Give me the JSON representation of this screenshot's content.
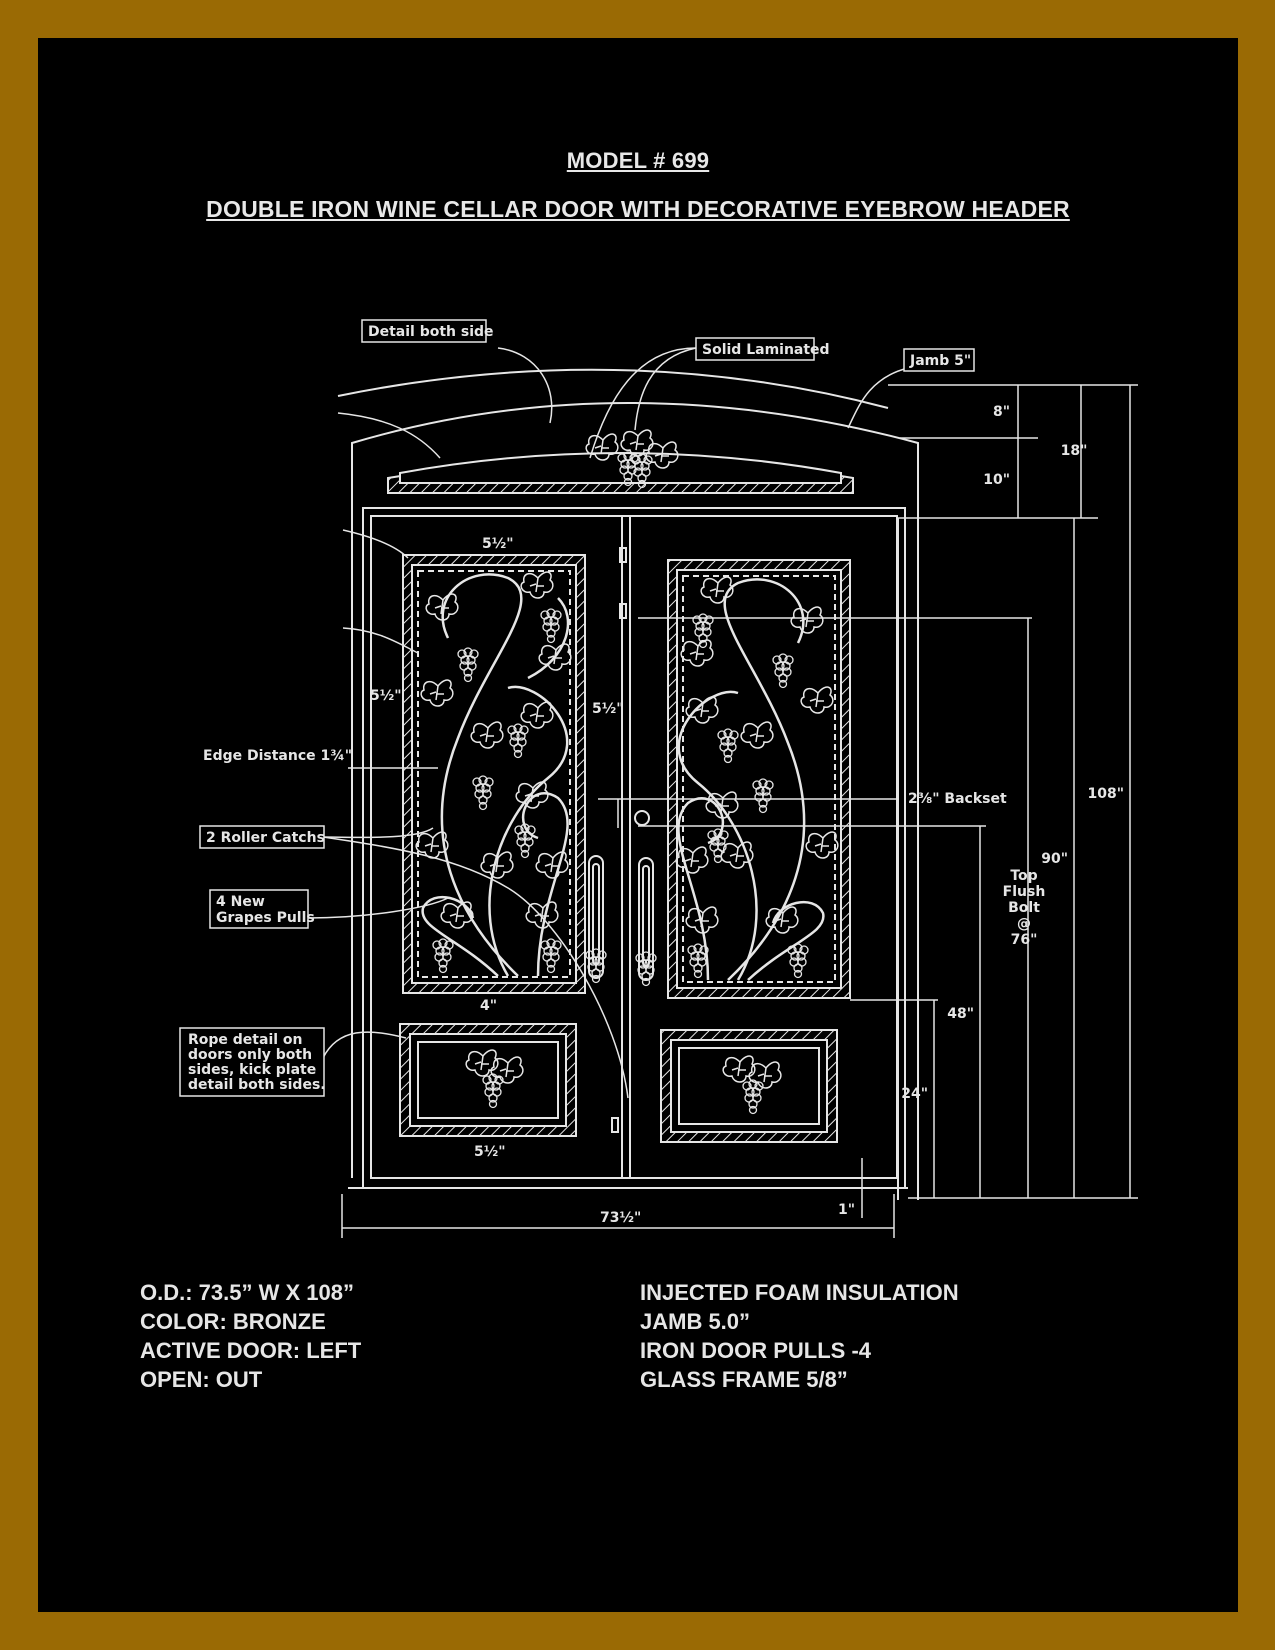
{
  "header": {
    "model": "MODEL # 699",
    "subtitle": "DOUBLE IRON WINE CELLAR DOOR WITH DECORATIVE EYEBROW HEADER"
  },
  "callouts": {
    "detail_both_side": "Detail both side",
    "solid_laminated": "Solid Laminated",
    "jamb": "Jamb 5\"",
    "edge_distance": "Edge Distance 1¾\"",
    "roller_catchs": "2 Roller Catchs",
    "grapes_pulls_1": "4 New",
    "grapes_pulls_2": "Grapes Pulls",
    "rope_1": "Rope detail on",
    "rope_2": "doors only both",
    "rope_3": "sides, kick plate",
    "rope_4": "detail both sides.",
    "backset": "2⅜\" Backset",
    "flush_1": "Top",
    "flush_2": "Flush",
    "flush_3": "Bolt",
    "flush_4": "@",
    "flush_5": "76\""
  },
  "dimensions": {
    "d8": "8\"",
    "d10": "10\"",
    "d18": "18\"",
    "d108": "108\"",
    "d90": "90\"",
    "d48": "48\"",
    "d24": "24\"",
    "d1": "1\"",
    "top_rail": "5½\"",
    "side_left": "5½\"",
    "side_right": "5½\"",
    "mid_rail": "4\"",
    "bottom_rail": "5½\"",
    "overall_width": "73½\""
  },
  "specs_left": [
    "O.D.: 73.5” W X 108”",
    "COLOR: BRONZE",
    "ACTIVE DOOR: LEFT",
    "OPEN: OUT"
  ],
  "specs_right": [
    "INJECTED FOAM INSULATION",
    "JAMB 5.0”",
    "IRON DOOR PULLS -4",
    "GLASS FRAME 5/8”"
  ],
  "colors": {
    "frame": "#9a6a04",
    "background": "#000000",
    "lines": "#e6e6e6"
  }
}
